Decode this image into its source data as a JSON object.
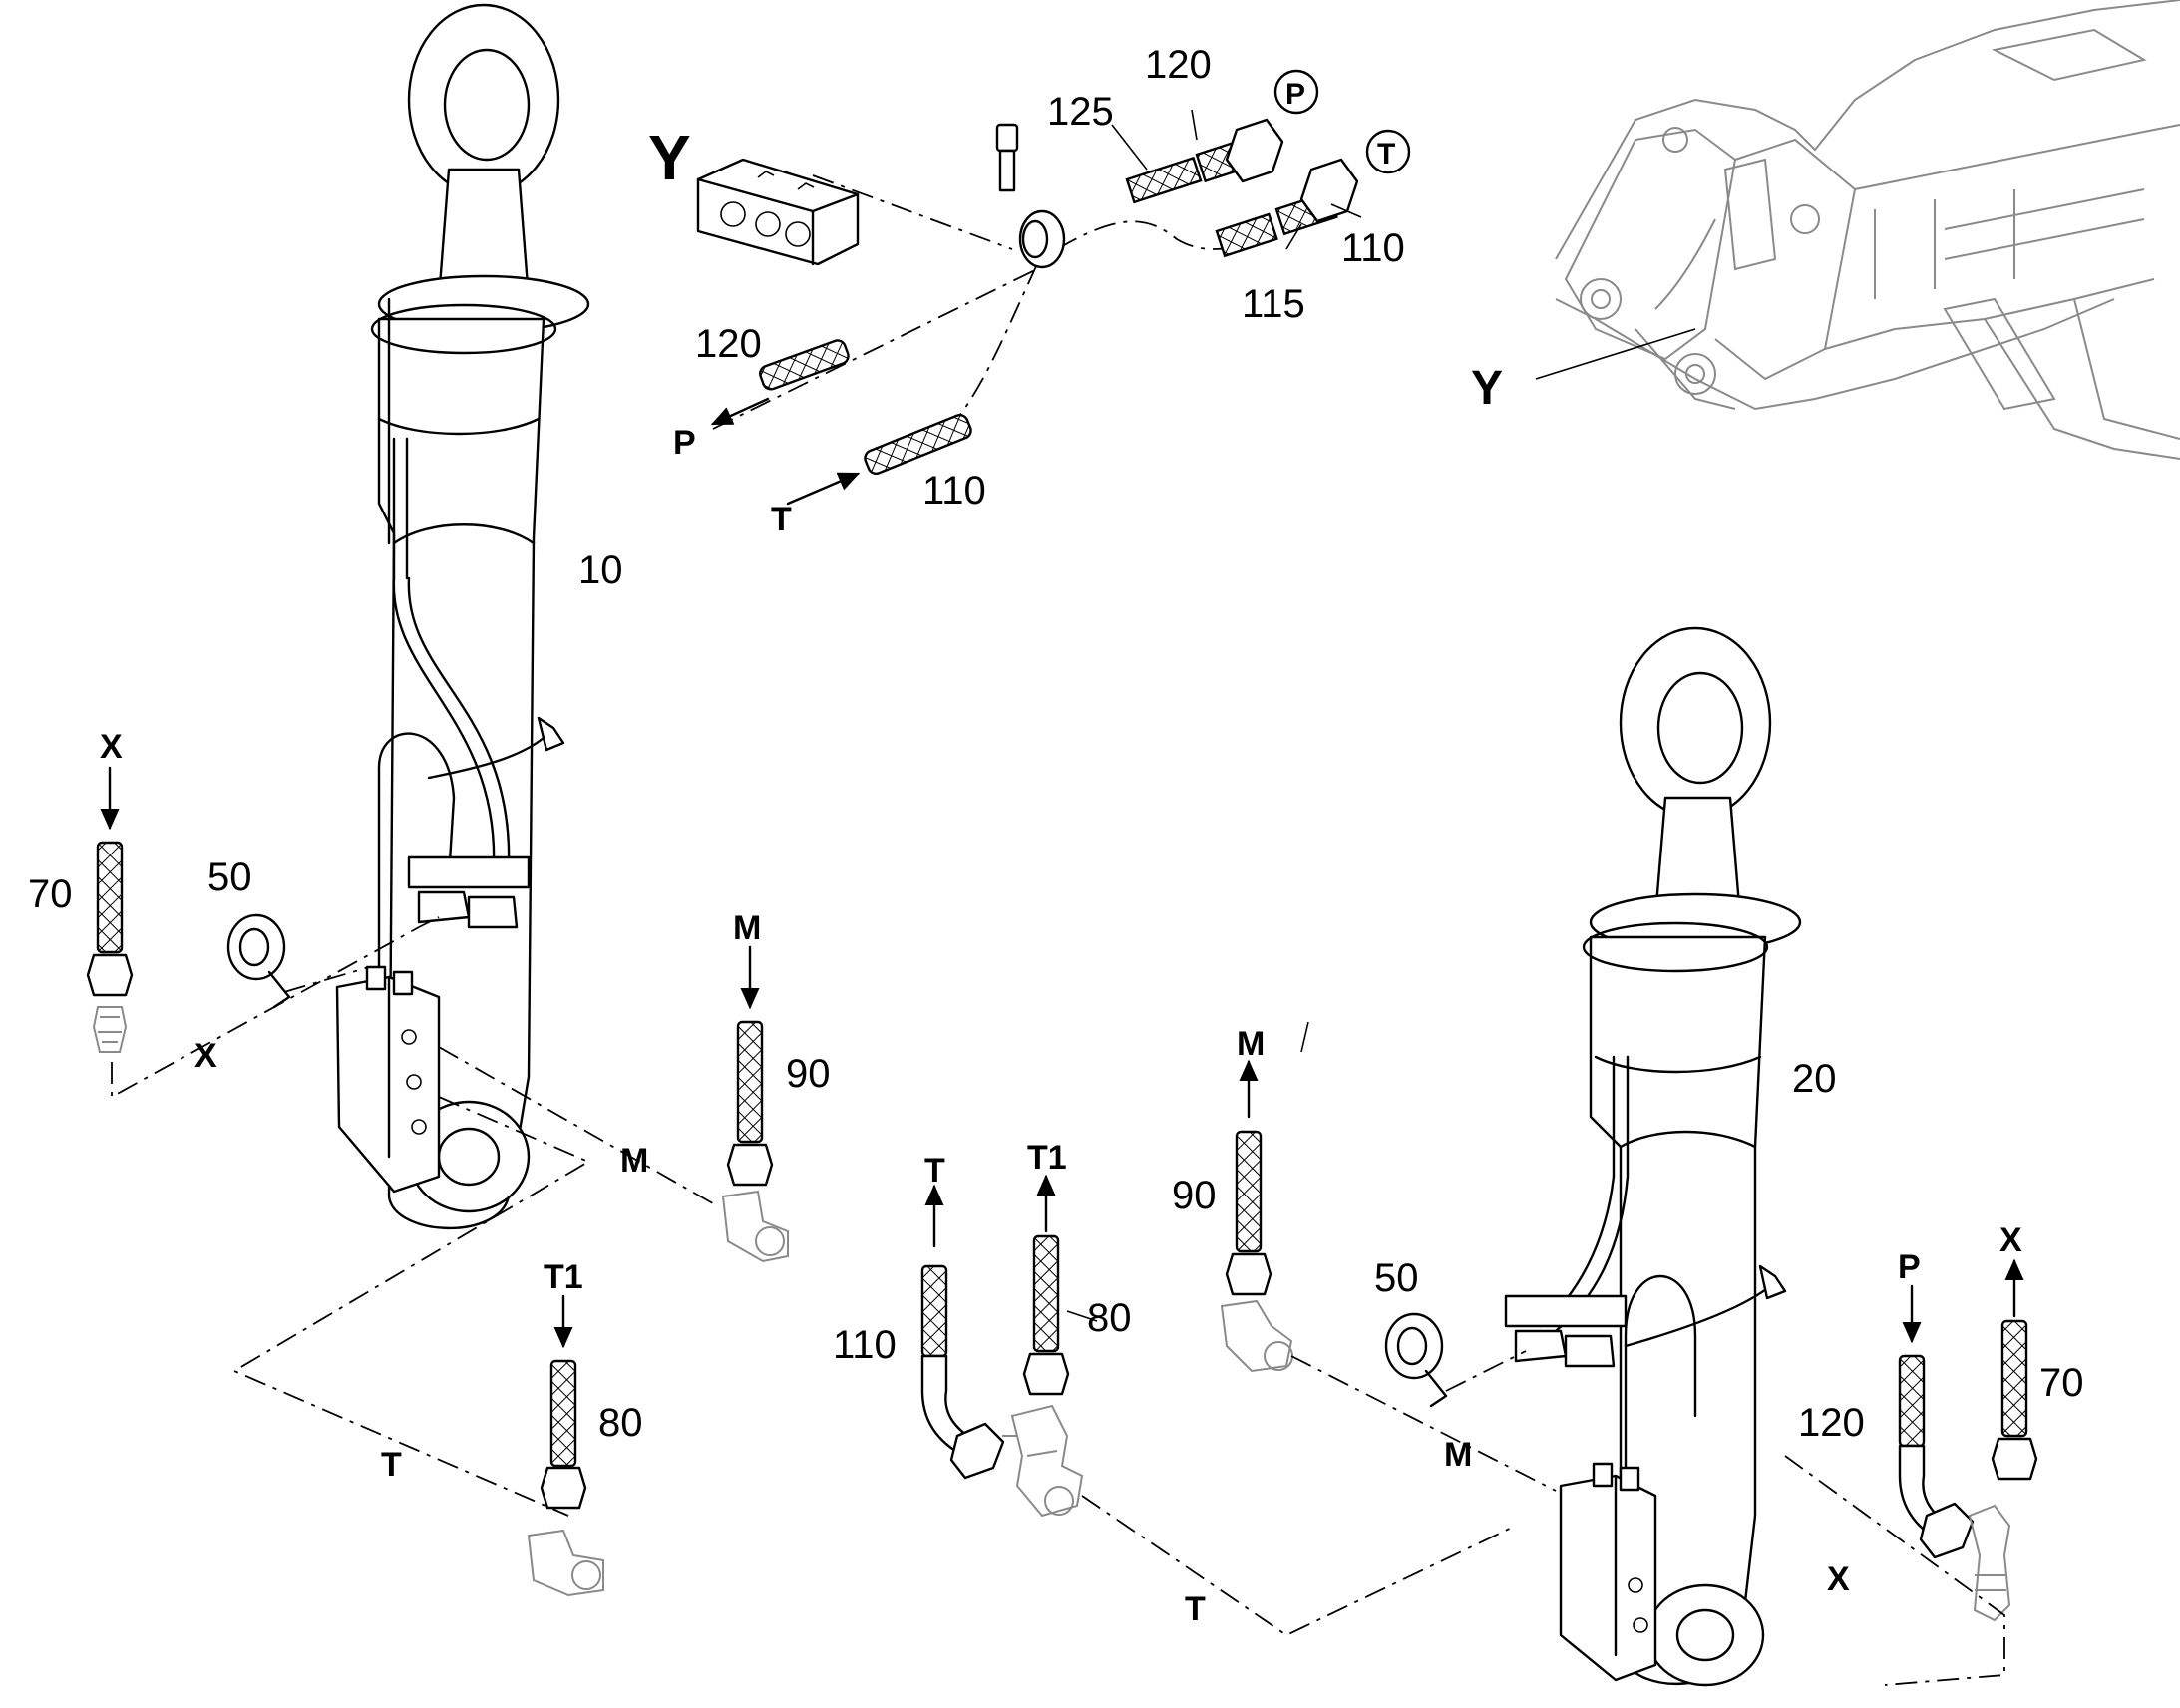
{
  "detail": {
    "label": "Y"
  },
  "frame": {
    "label": "Y"
  },
  "cylinders": [
    {
      "number": "10"
    },
    {
      "number": "20"
    }
  ],
  "detail_items": {
    "i120a": "120",
    "i125": "125",
    "i110a": "110",
    "i115": "115",
    "i120b": "120",
    "i110b": "110",
    "circle_p": "P",
    "circle_t": "T",
    "arrow_p": "P",
    "arrow_t": "T"
  },
  "left_group": {
    "i70": "70",
    "x_top": "X",
    "i50": "50",
    "x_line": "X",
    "m_top": "M",
    "i90": "90",
    "m_line": "M",
    "t1_top": "T1",
    "i80": "80",
    "t_line": "T"
  },
  "middle_group": {
    "t_top": "T",
    "i110": "110",
    "t1_top": "T1",
    "i80": "80",
    "m_top": "M",
    "i90": "90",
    "t_line": "T"
  },
  "right_group": {
    "i50": "50",
    "m_line": "M",
    "p_top": "P",
    "i120": "120",
    "x_top": "X",
    "i70": "70",
    "x_line": "X"
  }
}
